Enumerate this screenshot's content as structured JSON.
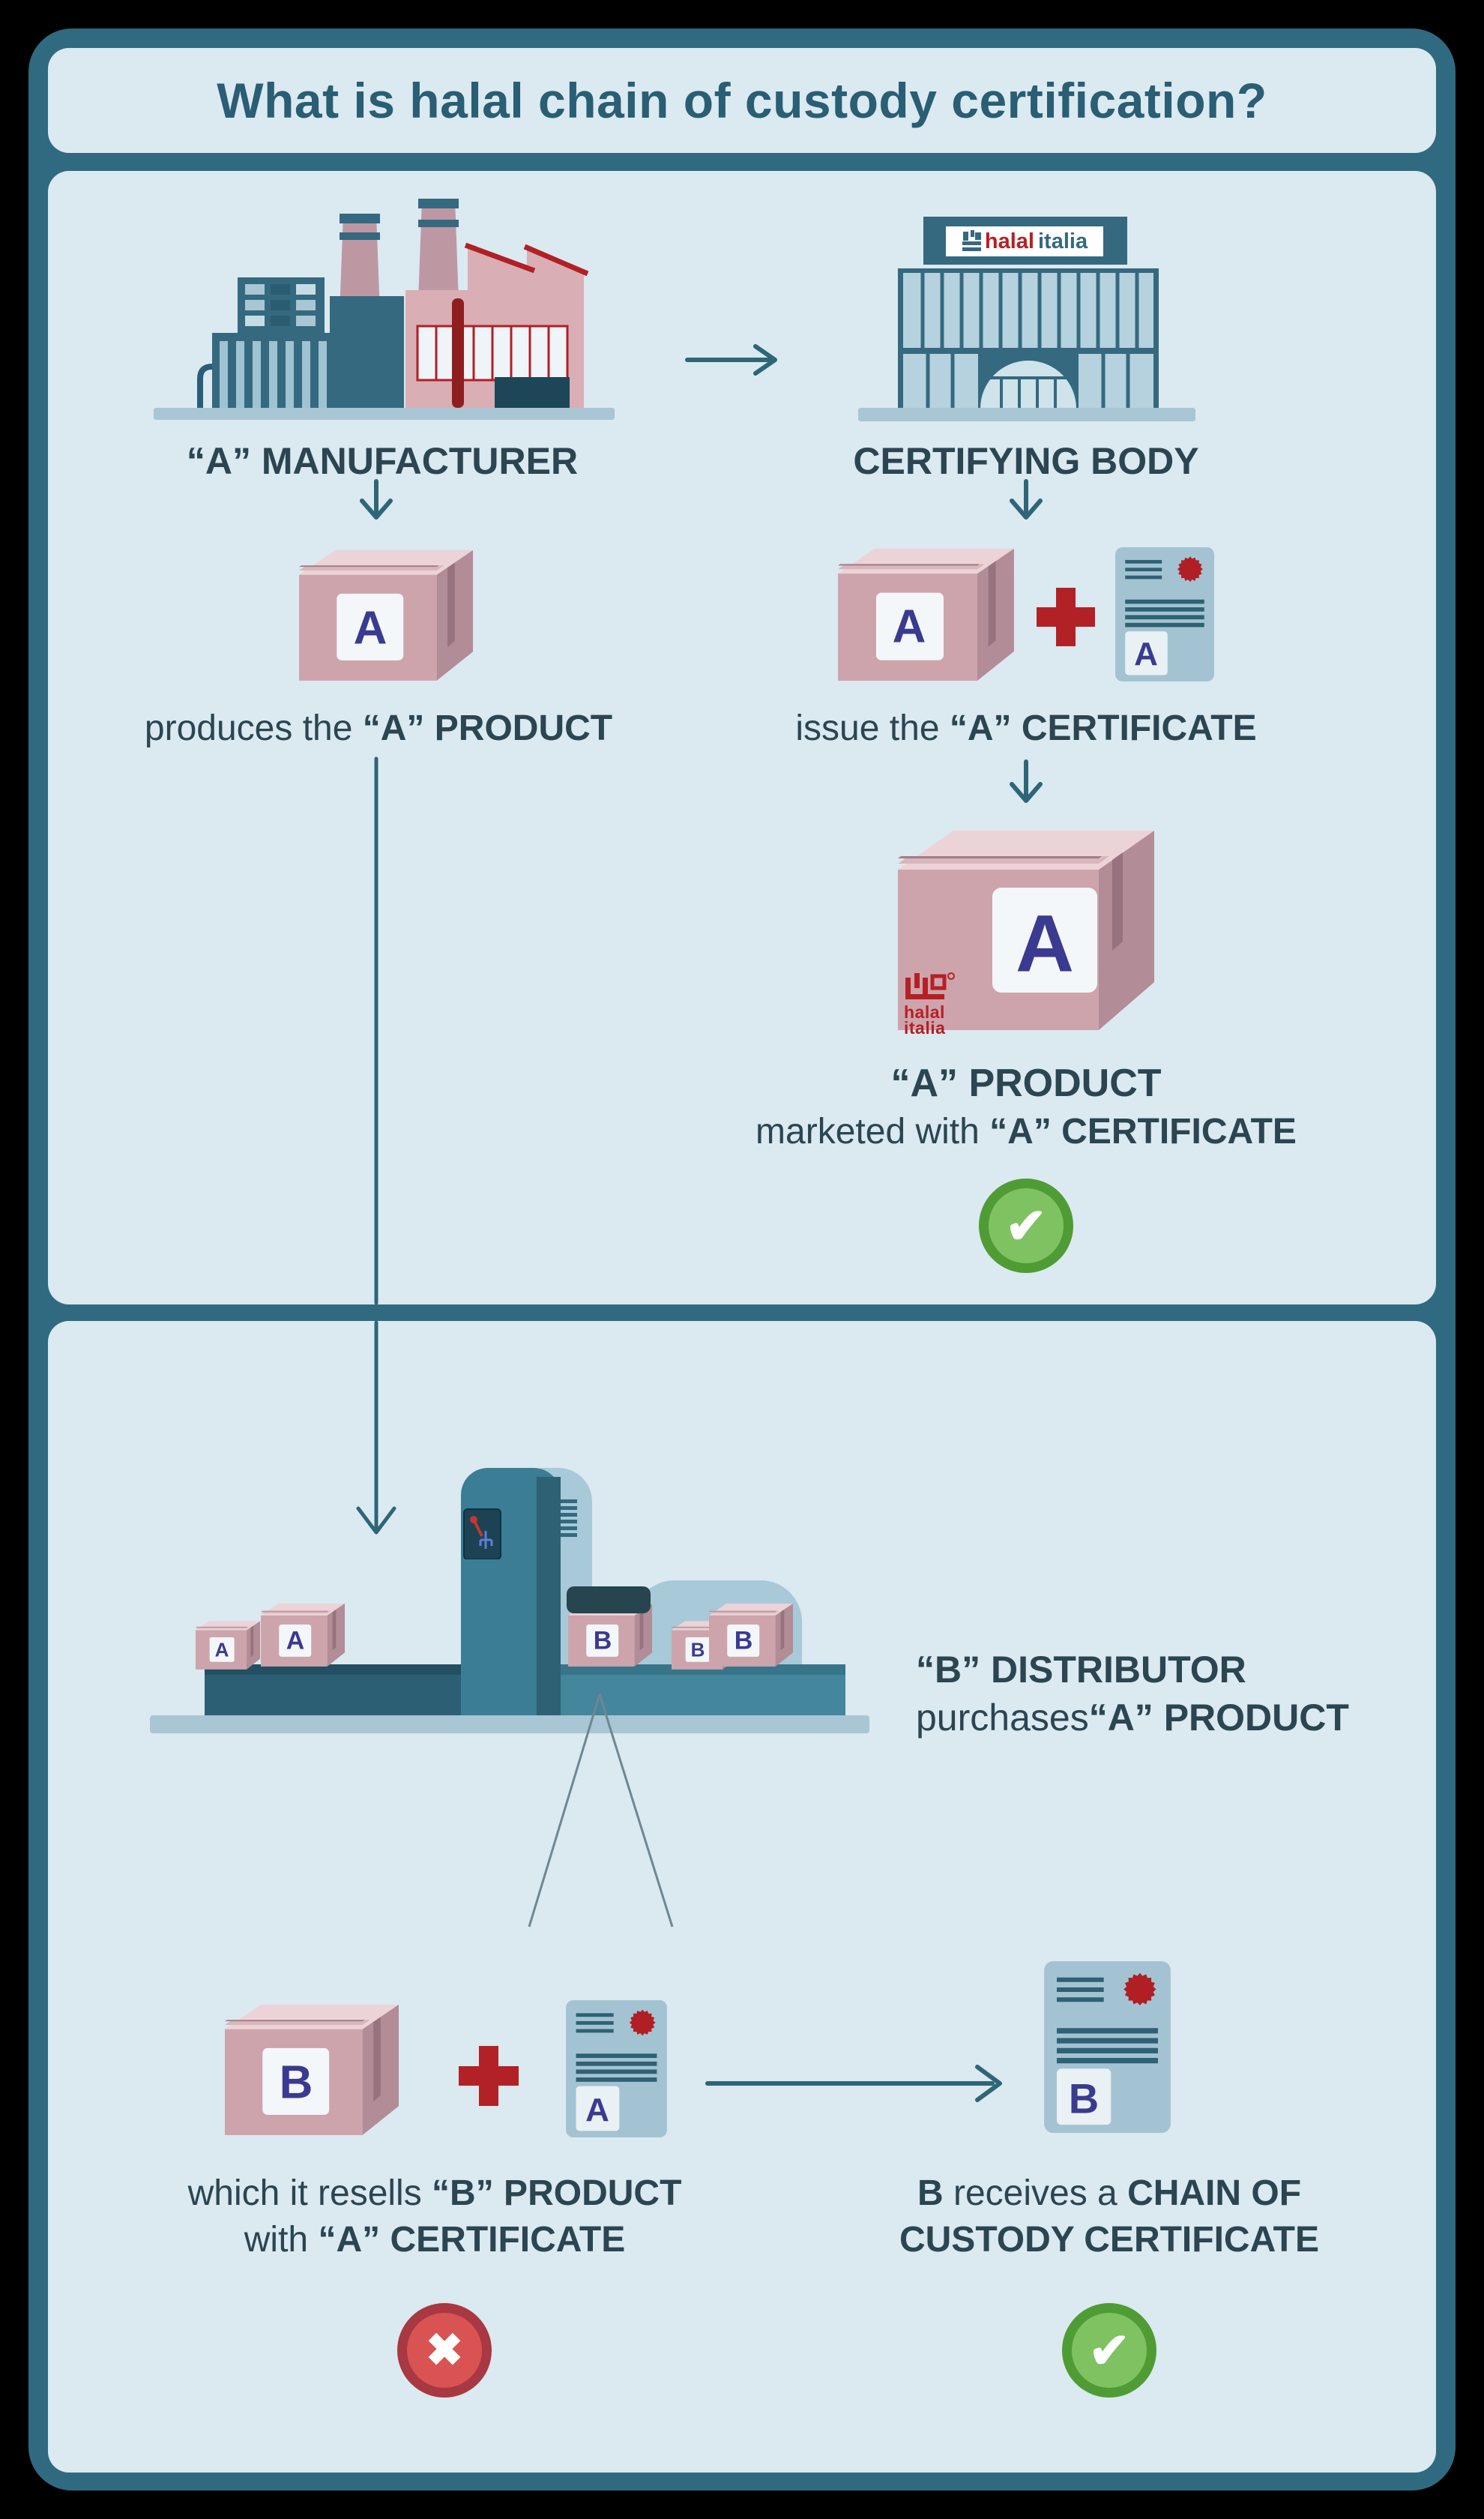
{
  "title": "What is halal chain of custody certification?",
  "palette": {
    "frame_teal": "#306a80",
    "panel_blue": "#dbe9f0",
    "title_text": "#295e74",
    "body_text": "#2b4551",
    "accent_red": "#b22125",
    "letter_navy": "#3a3a90",
    "check_green": "#4f9c35",
    "cross_red": "#a83842",
    "box_pink": "#cda4ac",
    "cert_blue": "#a4c3d2"
  },
  "icons": {
    "check_glyph": "✔",
    "cross_glyph": "✖"
  },
  "sign": {
    "halal": "halal",
    "italia": "italia"
  },
  "top": {
    "manufacturer_label": "“A” MANUFACTURER",
    "certifying_label": "CERTIFYING BODY",
    "produces_prefix": "produces the ",
    "produces_bold": "“A” PRODUCT",
    "issue_prefix": "issue the ",
    "issue_bold": "“A” CERTIFICATE",
    "marketed_line1": "“A” PRODUCT",
    "marketed_prefix": "marketed with ",
    "marketed_bold": "“A” CERTIFICATE",
    "box_a_letter": "A",
    "cert_a_letter": "A",
    "big_box_letter": "A",
    "logo_line1": "halal",
    "logo_line2": "italia"
  },
  "bottom": {
    "distributor_line1": "“B” DISTRIBUTOR",
    "distributor_prefix": "purchases",
    "distributor_bold": "“A” PRODUCT",
    "machine_letters": [
      "A",
      "A",
      "B",
      "B",
      "B"
    ],
    "box_b_letter": "B",
    "cert_a_letter": "A",
    "cert_b_letter": "B",
    "resells_prefix": "which it resells ",
    "resells_bold": "“B” PRODUCT",
    "resells_prefix2": "with ",
    "resells_bold2": "“A” CERTIFICATE",
    "receives_b": "B",
    "receives_mid": " receives a ",
    "receives_bold1": "CHAIN OF",
    "receives_bold2": "CUSTODY CERTIFICATE"
  }
}
